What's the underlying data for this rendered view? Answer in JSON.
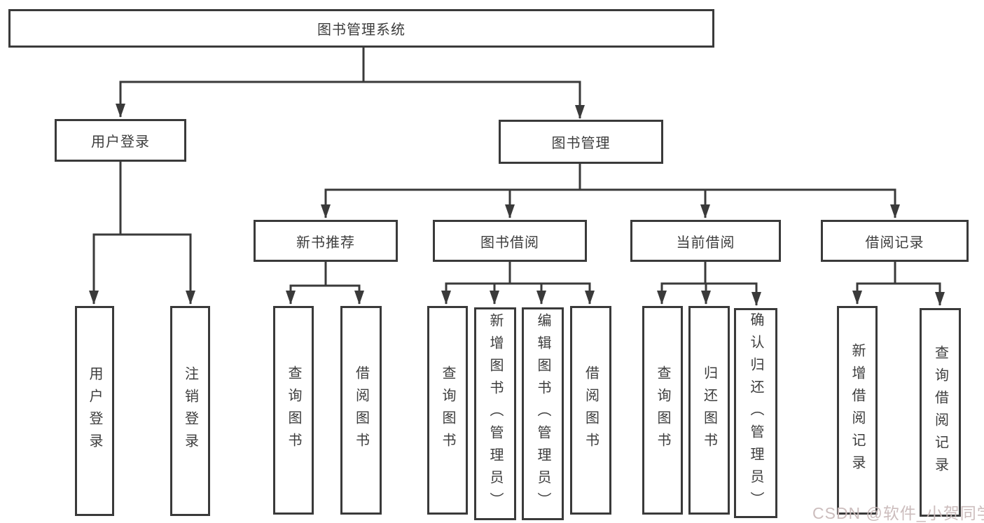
{
  "tree": {
    "root": {
      "label": "图书管理系统"
    },
    "branches": [
      {
        "label": "用户登录",
        "leaves": [
          {
            "label": "用户登录"
          },
          {
            "label": "注销登录"
          }
        ]
      },
      {
        "label": "图书管理",
        "groups": [
          {
            "label": "新书推荐",
            "leaves": [
              {
                "label": "查询图书"
              },
              {
                "label": "借阅图书"
              }
            ]
          },
          {
            "label": "图书借阅",
            "leaves": [
              {
                "label": "查询图书"
              },
              {
                "label": "新增图书（管理员）"
              },
              {
                "label": "编辑图书（管理员）"
              },
              {
                "label": "借阅图书"
              }
            ]
          },
          {
            "label": "当前借阅",
            "leaves": [
              {
                "label": "查询图书"
              },
              {
                "label": "归还图书"
              },
              {
                "label": "确认归还（管理员）"
              }
            ]
          },
          {
            "label": "借阅记录",
            "leaves": [
              {
                "label": "新增借阅记录"
              },
              {
                "label": "查询借阅记录"
              }
            ]
          }
        ]
      }
    ]
  },
  "watermark": {
    "text": "CSDN @软件_小贺同学"
  },
  "colors": {
    "line": "#3a3a3a",
    "box_border": "#3a3a3a",
    "background": "#ffffff",
    "watermark": "#c9b9b9"
  }
}
